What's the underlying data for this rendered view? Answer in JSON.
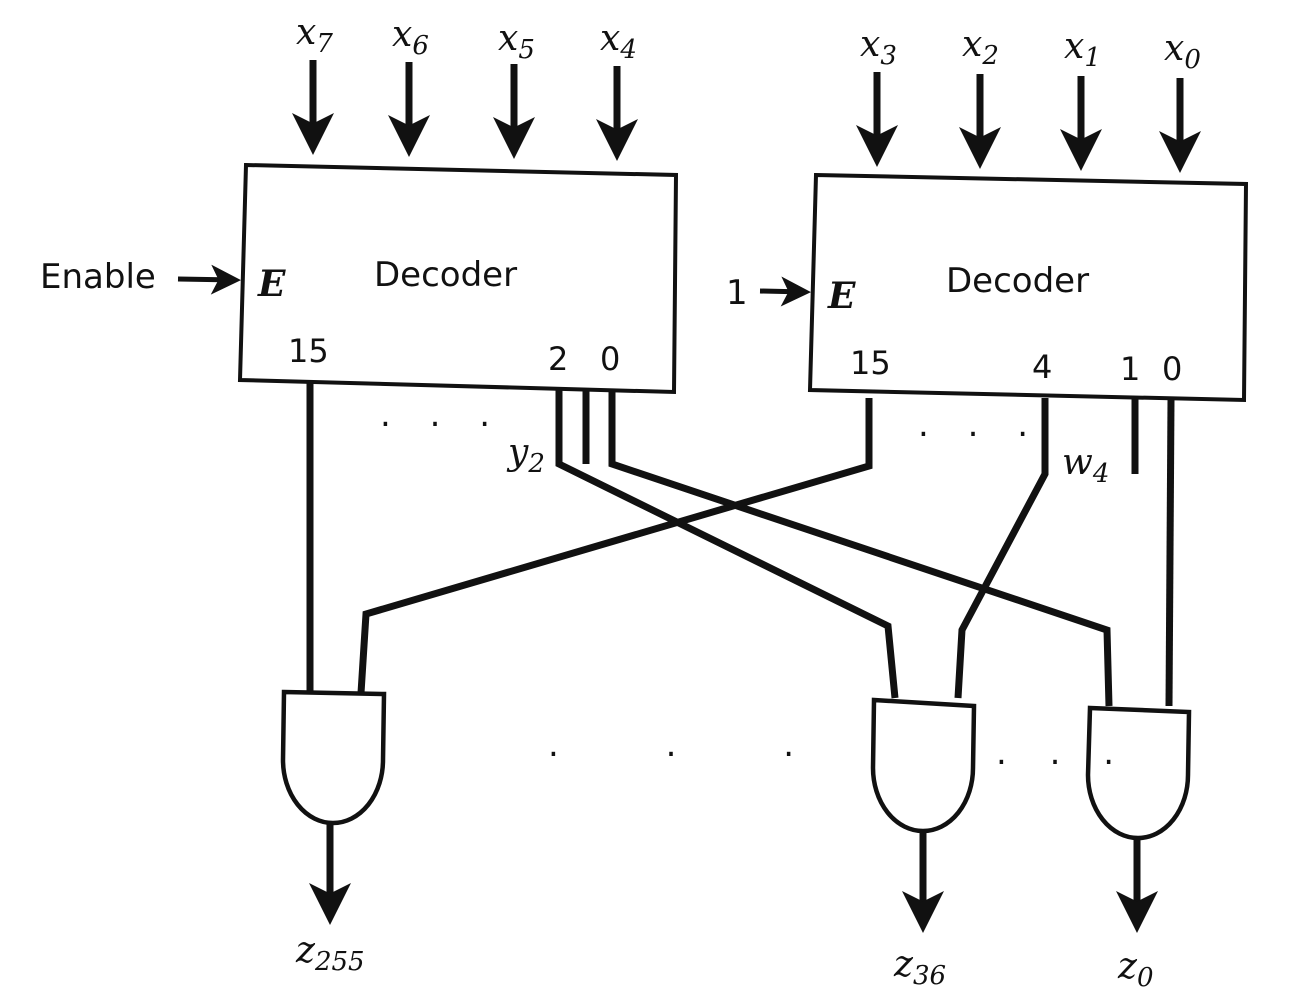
{
  "decoders": [
    {
      "label": "Decoder",
      "enable_pin": "E",
      "enable_input": "Enable",
      "inputs": [
        {
          "var": "x",
          "sub": "7"
        },
        {
          "var": "x",
          "sub": "6"
        },
        {
          "var": "x",
          "sub": "5"
        },
        {
          "var": "x",
          "sub": "4"
        }
      ],
      "outputs": [
        "15",
        "2",
        "0"
      ],
      "output_signal": {
        "var": "y",
        "sub": "2"
      }
    },
    {
      "label": "Decoder",
      "enable_pin": "E",
      "enable_input": "1",
      "inputs": [
        {
          "var": "x",
          "sub": "3"
        },
        {
          "var": "x",
          "sub": "2"
        },
        {
          "var": "x",
          "sub": "1"
        },
        {
          "var": "x",
          "sub": "0"
        }
      ],
      "outputs": [
        "15",
        "4",
        "1",
        "0"
      ],
      "output_signal": {
        "var": "w",
        "sub": "4"
      }
    }
  ],
  "gate_outputs": [
    {
      "var": "z",
      "sub": "255"
    },
    {
      "var": "z",
      "sub": "36"
    },
    {
      "var": "z",
      "sub": "0"
    }
  ],
  "ellipsis": ". . ."
}
